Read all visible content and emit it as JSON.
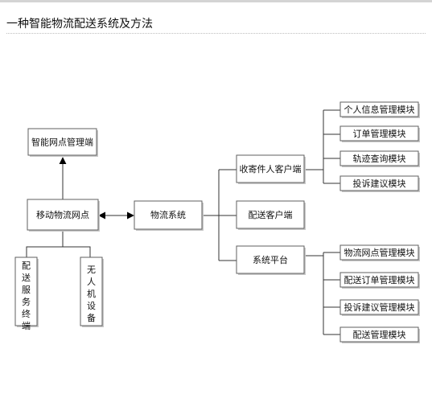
{
  "page": {
    "title": "一种智能物流配送系统及方法"
  },
  "diagram": {
    "nodes": {
      "smart_point_mgmt": "智能网点管理端",
      "mobile_point": "移动物流网点",
      "logistics_system": "物流系统",
      "sender_receiver_client": "收寄件人客户端",
      "delivery_client": "配送客户端",
      "system_platform": "系统平台",
      "delivery_terminal": "配送服务终端",
      "unmanned_device": "无人机设备",
      "personal_info_module": "个人信息管理模块",
      "order_mgmt_module": "订单管理模块",
      "track_query_module": "轨迹查询模块",
      "complaint_module": "投诉建议模块",
      "point_mgmt_module": "物流网点管理模块",
      "delivery_order_module": "配送订单管理模块",
      "complaint_mgmt_module": "投诉建议管理模块",
      "delivery_mgmt_module": "配送管理模块"
    },
    "edges": [
      [
        "mobile_point",
        "smart_point_mgmt"
      ],
      [
        "mobile_point",
        "logistics_system"
      ],
      [
        "mobile_point",
        "delivery_terminal"
      ],
      [
        "mobile_point",
        "unmanned_device"
      ],
      [
        "logistics_system",
        "sender_receiver_client"
      ],
      [
        "logistics_system",
        "delivery_client"
      ],
      [
        "logistics_system",
        "system_platform"
      ],
      [
        "sender_receiver_client",
        "personal_info_module"
      ],
      [
        "sender_receiver_client",
        "order_mgmt_module"
      ],
      [
        "sender_receiver_client",
        "track_query_module"
      ],
      [
        "sender_receiver_client",
        "complaint_module"
      ],
      [
        "system_platform",
        "point_mgmt_module"
      ],
      [
        "system_platform",
        "delivery_order_module"
      ],
      [
        "system_platform",
        "complaint_mgmt_module"
      ],
      [
        "system_platform",
        "delivery_mgmt_module"
      ]
    ]
  }
}
